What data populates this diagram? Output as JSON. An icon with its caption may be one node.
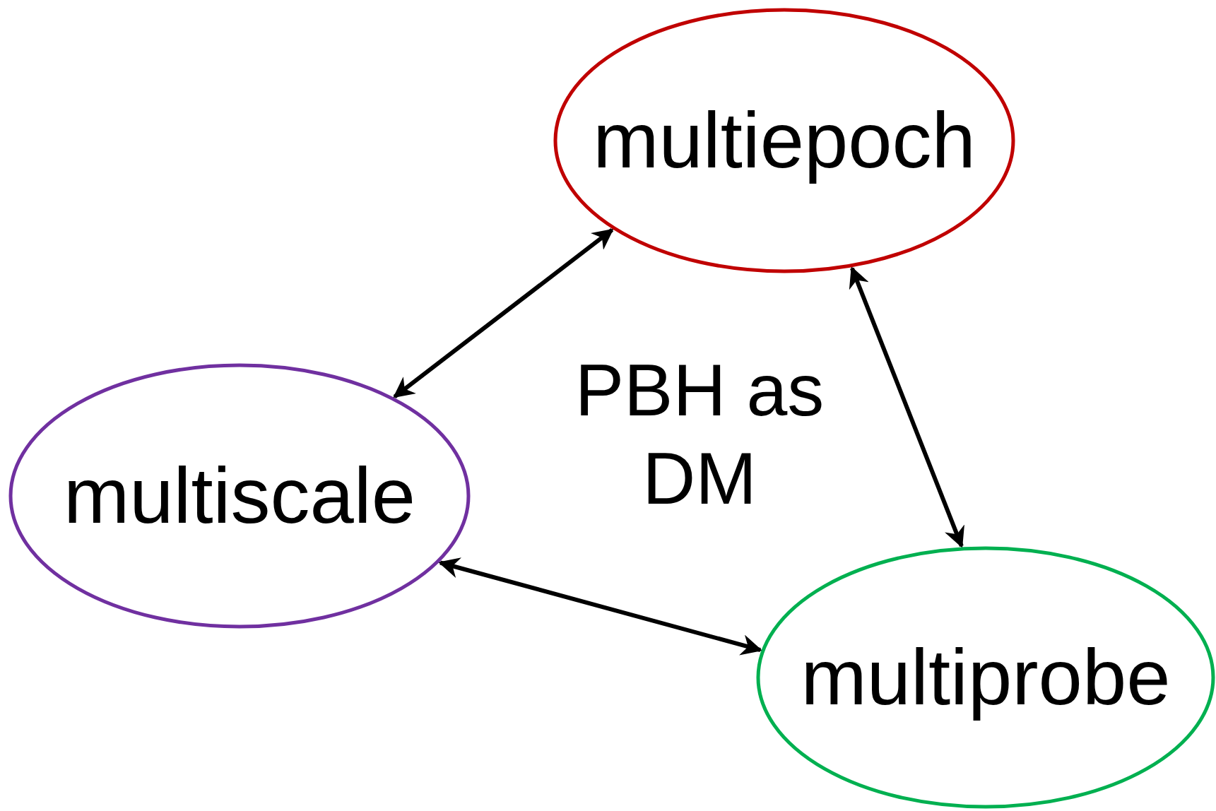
{
  "diagram": {
    "nodes": [
      {
        "text": [
          "multiepoch"
        ]
      },
      {
        "text": [
          "multiscale"
        ]
      },
      {
        "text": [
          "multiprobe"
        ]
      }
    ],
    "edges": [
      {
        "from": 0,
        "to": 1,
        "arrow": "both"
      },
      {
        "from": 0,
        "to": 2,
        "arrow": "both"
      },
      {
        "from": 1,
        "to": 2,
        "arrow": "both"
      }
    ],
    "labels": [
      "PBH as DM"
    ]
  }
}
